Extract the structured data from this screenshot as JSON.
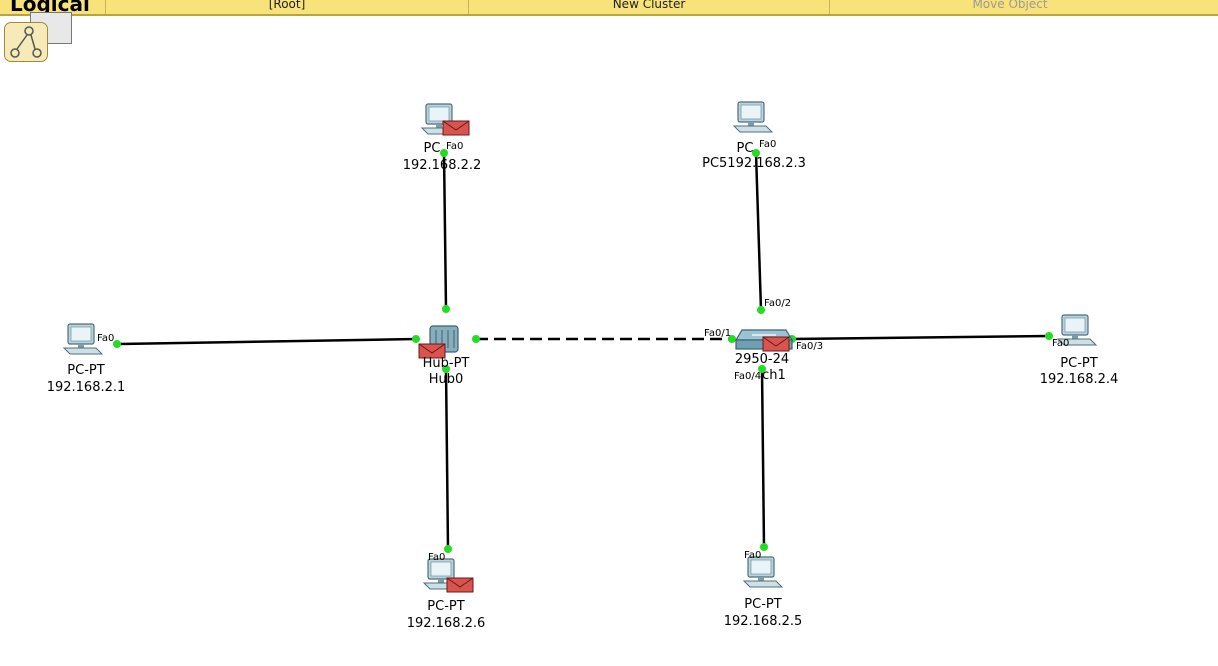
{
  "toolbar": {
    "title": "Logical",
    "buttons": [
      {
        "label": "[Root]"
      },
      {
        "label": "New Cluster"
      },
      {
        "label": "Move Object"
      }
    ]
  },
  "devices": {
    "pc1": {
      "model": "PC-PT",
      "name": "192.168.2.1",
      "port": "Fa0"
    },
    "pc2": {
      "model": "PC",
      "name": "192.168.2.2",
      "port": "Fa0"
    },
    "pc5": {
      "model": "PC",
      "name": "PC5192.168.2.3",
      "port": "Fa0"
    },
    "pc4": {
      "model": "PC-PT",
      "name": "192.168.2.4",
      "port": "Fa0"
    },
    "pc6": {
      "model": "PC-PT",
      "name": "192.168.2.6",
      "port": "Fa0"
    },
    "pc3": {
      "model": "PC-PT",
      "name": "192.168.2.5",
      "port": "Fa0"
    },
    "hub0": {
      "model": "Hub-PT",
      "name": "Hub0"
    },
    "switch1": {
      "model": "2950-24",
      "name": "ch1",
      "ports": {
        "p1": "Fa0/1",
        "p2": "Fa0/2",
        "p3": "Fa0/3",
        "p4": "Fa0/4"
      }
    }
  },
  "colors": {
    "toolbar": "#f8e27a",
    "link": "#000000",
    "link_up": "#22dd22",
    "envelope": "#d9534f"
  }
}
